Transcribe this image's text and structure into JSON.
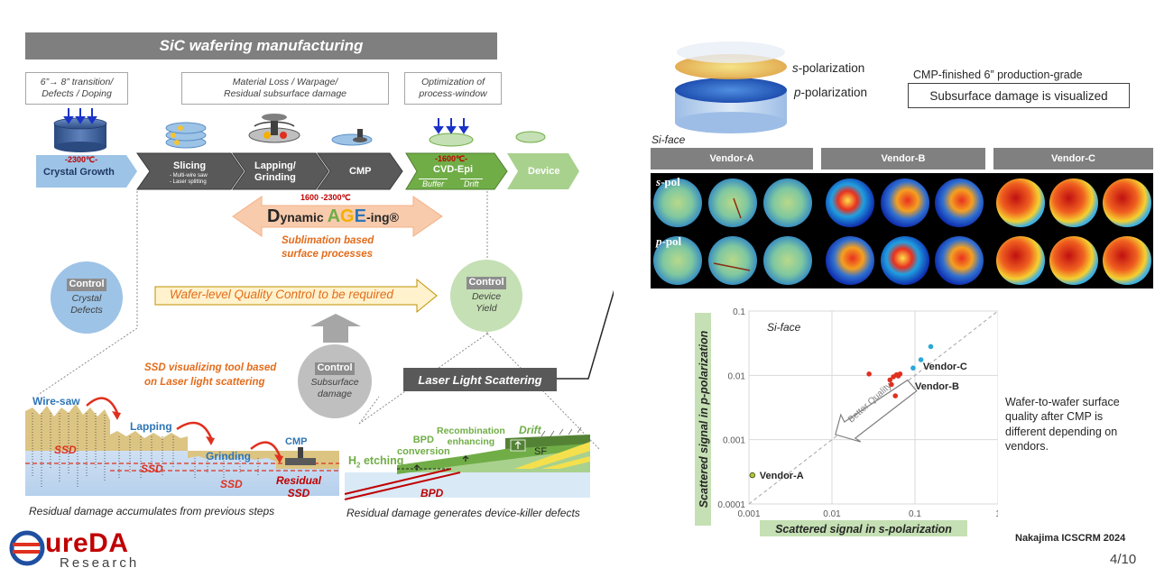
{
  "title": "SiC wafering manufacturing",
  "top_boxes": [
    "6”→ 8” transition/\nDefects / Doping",
    "Material Loss / Warpage/\nResidual subsurface damage",
    "Optimization of\nprocess-window"
  ],
  "process": {
    "crystal_growth": {
      "temp": "-2300℃-",
      "label": "Crystal Growth"
    },
    "slicing": {
      "label": "Slicing",
      "sub1": "- Multi-wire saw",
      "sub2": "- Laser splitting"
    },
    "lapping": {
      "label": "Lapping/\nGrinding"
    },
    "cmp": {
      "label": "CMP"
    },
    "cvd": {
      "temp": "-1600℃-",
      "label": "CVD-Epi",
      "sub1": "Buffer",
      "sub2": "Drift"
    },
    "device": {
      "label": "Device"
    }
  },
  "dynamic": {
    "temp": "1600 -2300℃",
    "word_d": "D",
    "word_ynamic": "ynamic ",
    "word_a": "A",
    "word_g": "G",
    "word_e": "E",
    "word_ing": "-ing®",
    "subtitle": "Sublimation based\nsurface processes"
  },
  "controls": {
    "left": {
      "tag": "Control",
      "text": "Crystal\nDefects"
    },
    "right": {
      "tag": "Control",
      "text": "Device\nYield"
    },
    "center": {
      "tag": "Control",
      "text": "Subsurface\ndamage"
    }
  },
  "qc_banner": "Wafer-level Quality Control to be required",
  "ssd_tool": "SSD visualizing tool based\non Laser light scattering",
  "laser_box": "Laser Light Scattering",
  "bottom_left": {
    "wire_saw": "Wire-saw",
    "lapping": "Lapping",
    "grinding": "Grinding",
    "cmp": "CMP",
    "ssd": "SSD",
    "residual": "Residual\nSSD",
    "caption": "Residual damage accumulates from previous steps"
  },
  "bottom_mid": {
    "h2": "H",
    "h2_sub": "2",
    "h2_rest": " etching",
    "bpd_conv": "BPD\nconversion",
    "recomb": "Recombination\nenhancing",
    "drift": "Drift",
    "sf": "SF",
    "bpd": "BPD",
    "caption": "Residual damage generates device-killer defects"
  },
  "right_panel": {
    "s_pol": "s",
    "s_pol_rest": "-polarization",
    "p_pol": "p",
    "p_pol_rest": "-polarization",
    "cmp_note": "CMP-finished 6” production-grade",
    "visualized": "Subsurface damage is visualized",
    "si_face": "Si-face",
    "vendors": [
      "Vendor-A",
      "Vendor-B",
      "Vendor-C"
    ],
    "row_s": "s-pol",
    "row_p": "p-pol"
  },
  "chart_data": {
    "type": "scatter",
    "title": "Si-face",
    "xlabel": "Scattered signal in s-polarization",
    "ylabel": "Scattered signal  in  p-polarization",
    "xscale": "log",
    "yscale": "log",
    "xlim": [
      0.001,
      1
    ],
    "ylim": [
      0.0001,
      0.1
    ],
    "x_ticks": [
      "0.001",
      "0.01",
      "0.1",
      "1"
    ],
    "y_ticks": [
      "0.0001",
      "0.001",
      "0.01",
      "0.1"
    ],
    "annotation": "Better Quality",
    "series": [
      {
        "name": "Vendor-A",
        "color": "#b5c63a",
        "points": [
          [
            0.0011,
            0.00028
          ]
        ]
      },
      {
        "name": "Vendor-B",
        "color": "#e0301e",
        "points": [
          [
            0.028,
            0.0105
          ],
          [
            0.05,
            0.0085
          ],
          [
            0.055,
            0.0095
          ],
          [
            0.06,
            0.0102
          ],
          [
            0.063,
            0.0098
          ],
          [
            0.066,
            0.0105
          ],
          [
            0.058,
            0.0048
          ],
          [
            0.052,
            0.0072
          ]
        ]
      },
      {
        "name": "Vendor-C",
        "color": "#2aa8d8",
        "points": [
          [
            0.155,
            0.028
          ],
          [
            0.118,
            0.0175
          ],
          [
            0.095,
            0.013
          ]
        ]
      }
    ]
  },
  "wafer_note": "Wafer-to-wafer surface\nquality after CMP is\ndifferent depending on\nvendors.",
  "citation": "Nakajima ICSCRM 2024",
  "page": "4/10",
  "logo": {
    "main": "ureDA",
    "sub": "Research"
  }
}
